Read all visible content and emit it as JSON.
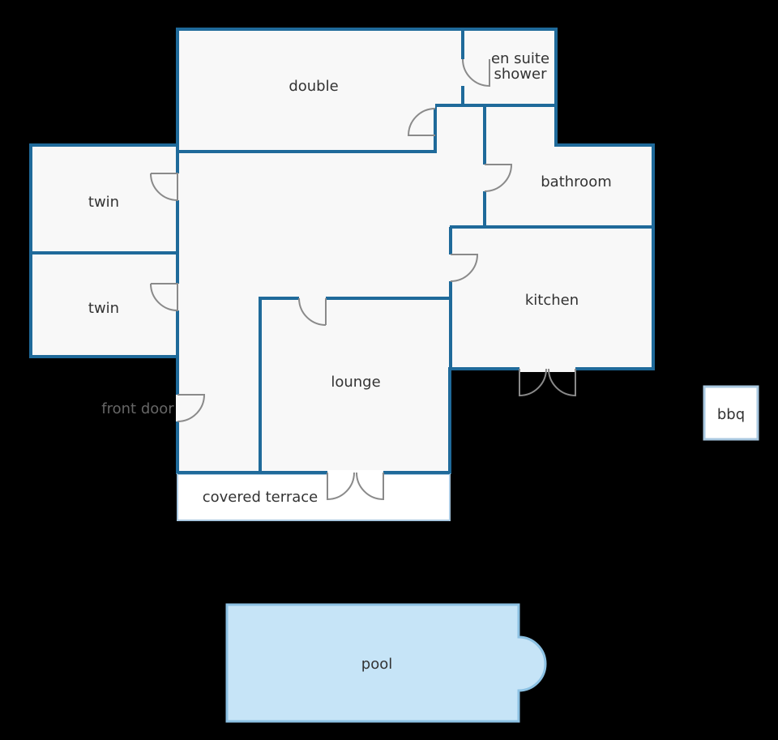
{
  "colors": {
    "background": "#000000",
    "floor": "#f8f8f8",
    "wall": "#1f6a9a",
    "terrace": "#ffffff",
    "terrace_border": "#a9c8e0",
    "pool": "#c6e4f7",
    "pool_border": "#8cc1e3",
    "door": "#8a8a8a",
    "text": "#333333",
    "text_dim": "#666666"
  },
  "rooms": {
    "double": "double",
    "en_suite_line1": "en suite",
    "en_suite_line2": "shower",
    "bathroom": "bathroom",
    "twin_upper": "twin",
    "twin_lower": "twin",
    "kitchen": "kitchen",
    "lounge": "lounge",
    "front_door": "front door",
    "covered_terrace": "covered terrace",
    "bbq": "bbq",
    "pool": "pool"
  }
}
